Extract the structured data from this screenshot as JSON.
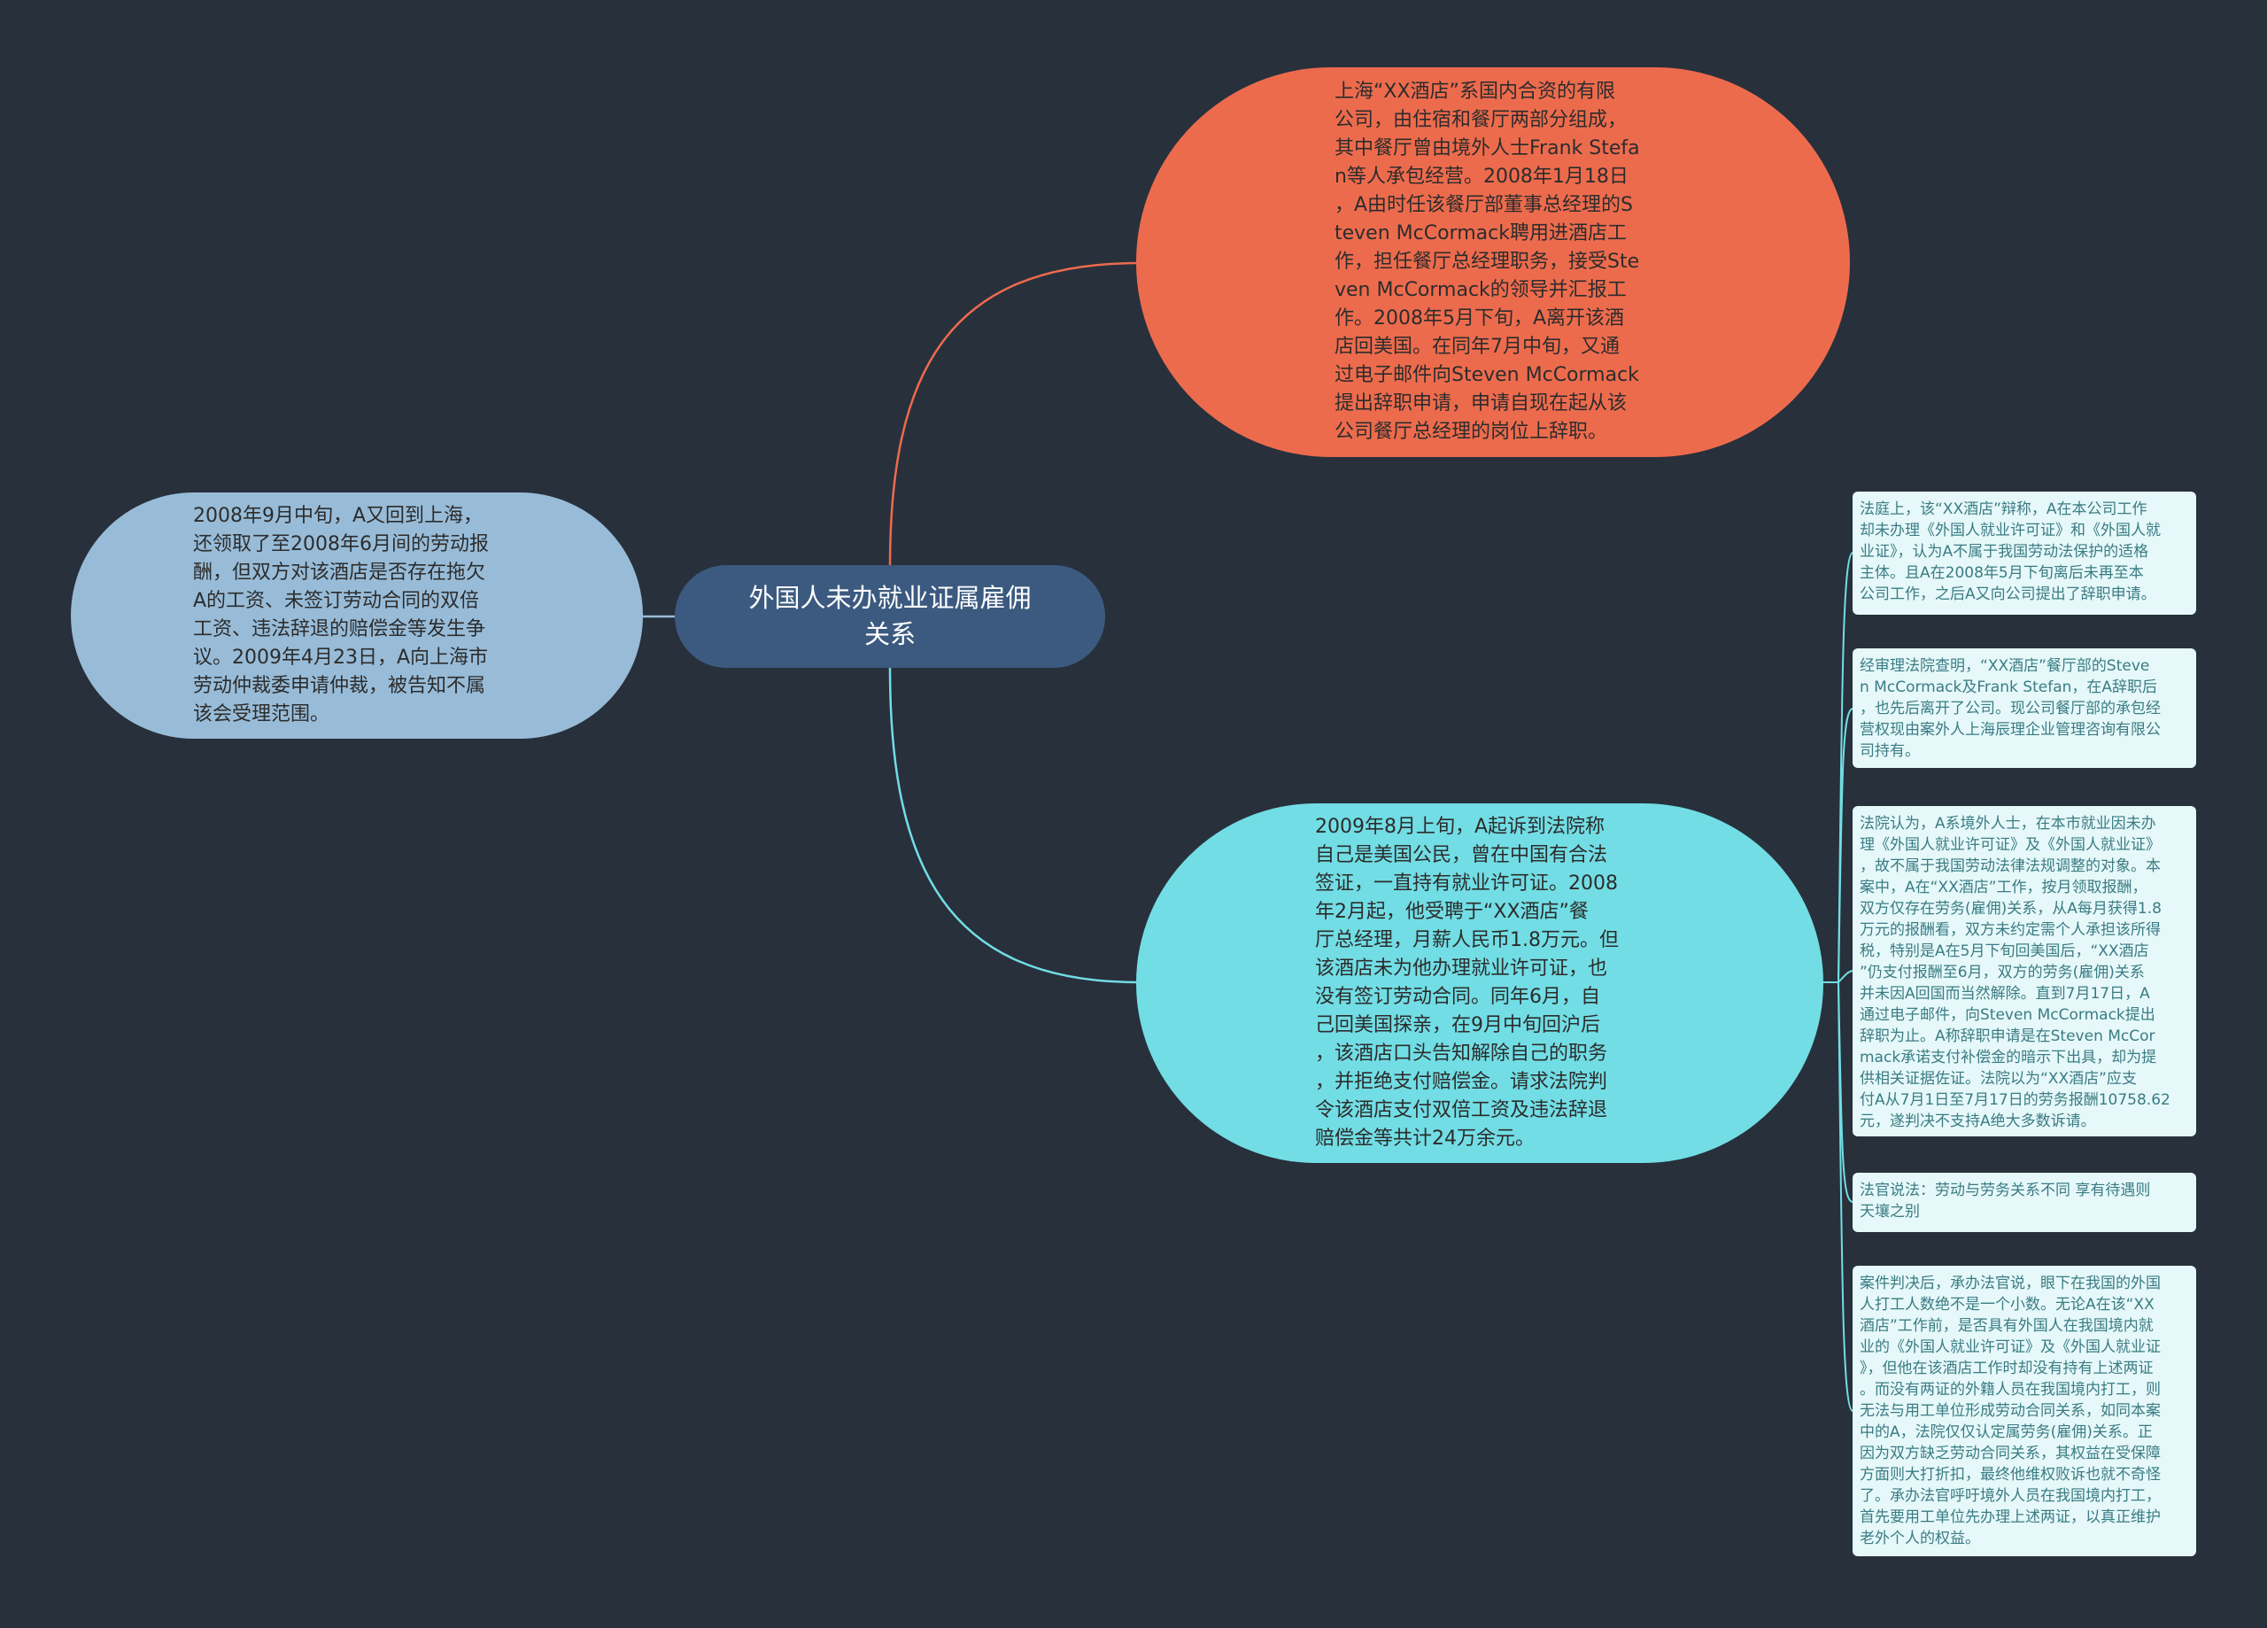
{
  "colors": {
    "background": "#28303c",
    "center": "#3c5a80",
    "branch_top": "#ed6b4d",
    "branch_left": "#98bcd8",
    "branch_bottom": "#72dde4",
    "leaf_fill": "#e6f8f9",
    "leaf_text": "#3a7c84",
    "connector_top": "#ed6b4d",
    "connector_left": "#98bcd8",
    "connector_bottom": "#72dde4"
  },
  "center": {
    "title": "外国人未办就业证属雇佣\n关系"
  },
  "branch_top": {
    "text": "上海“XX酒店”系国内合资的有限\n公司，由住宿和餐厅两部分组成，\n其中餐厅曾由境外人士Frank Stefa\nn等人承包经营。2008年1月18日\n，A由时任该餐厅部董事总经理的S\nteven McCormack聘用进酒店工\n作，担任餐厅总经理职务，接受Ste\nven McCormack的领导并汇报工\n作。2008年5月下旬，A离开该酒\n店回美国。在同年7月中旬，又通\n过电子邮件向Steven McCormack\n提出辞职申请，申请自现在起从该\n公司餐厅总经理的岗位上辞职。"
  },
  "branch_left": {
    "text": "2008年9月中旬，A又回到上海，\n还领取了至2008年6月间的劳动报\n酬，但双方对该酒店是否存在拖欠\nA的工资、未签订劳动合同的双倍\n工资、违法辞退的赔偿金等发生争\n议。2009年4月23日，A向上海市\n劳动仲裁委申请仲裁，被告知不属\n该会受理范围。"
  },
  "branch_bottom": {
    "text": "2009年8月上旬，A起诉到法院称\n自己是美国公民，曾在中国有合法\n签证，一直持有就业许可证。2008\n年2月起，他受聘于“XX酒店”餐\n厅总经理，月薪人民币1.8万元。但\n该酒店未为他办理就业许可证，也\n没有签订劳动合同。同年6月，自\n己回美国探亲，在9月中旬回沪后\n，该酒店口头告知解除自己的职务\n，并拒绝支付赔偿金。请求法院判\n令该酒店支付双倍工资及违法辞退\n赔偿金等共计24万余元。"
  },
  "leaves": [
    {
      "text": "法庭上，该“XX酒店”辩称，A在本公司工作\n却未办理《外国人就业许可证》和《外国人就\n业证》，认为A不属于我国劳动法保护的适格\n主体。且A在2008年5月下旬离后未再至本\n公司工作，之后A又向公司提出了辞职申请。"
    },
    {
      "text": "经审理法院查明，“XX酒店”餐厅部的Steve\nn McCormack及Frank Stefan，在A辞职后\n，也先后离开了公司。现公司餐厅部的承包经\n营权现由案外人上海辰理企业管理咨询有限公\n司持有。"
    },
    {
      "text": "法院认为，A系境外人士，在本市就业因未办\n理《外国人就业许可证》及《外国人就业证》\n，故不属于我国劳动法律法规调整的对象。本\n案中，A在“XX酒店”工作，按月领取报酬，\n双方仅存在劳务(雇佣)关系，从A每月获得1.8\n万元的报酬看，双方未约定需个人承担该所得\n税，特别是A在5月下旬回美国后，“XX酒店\n”仍支付报酬至6月，双方的劳务(雇佣)关系\n并未因A回国而当然解除。直到7月17日，A\n通过电子邮件，向Steven McCormack提出\n辞职为止。A称辞职申请是在Steven McCor\nmack承诺支付补偿金的暗示下出具，却为提\n供相关证据佐证。法院以为“XX酒店”应支\n付A从7月1日至7月17日的劳务报酬10758.62\n元，遂判决不支持A绝大多数诉请。"
    },
    {
      "text": "法官说法：劳动与劳务关系不同  享有待遇则\n天壤之别"
    },
    {
      "text": "案件判决后，承办法官说，眼下在我国的外国\n人打工人数绝不是一个小数。无论A在该“XX\n酒店”工作前，是否具有外国人在我国境内就\n业的《外国人就业许可证》及《外国人就业证\n》，但他在该酒店工作时却没有持有上述两证\n。而没有两证的外籍人员在我国境内打工，则\n无法与用工单位形成劳动合同关系，如同本案\n中的A，法院仅仅认定属劳务(雇佣)关系。正\n因为双方缺乏劳动合同关系，其权益在受保障\n方面则大打折扣，最终他维权败诉也就不奇怪\n了。承办法官呼吁境外人员在我国境内打工，\n首先要用工单位先办理上述两证，以真正维护\n老外个人的权益。"
    }
  ]
}
